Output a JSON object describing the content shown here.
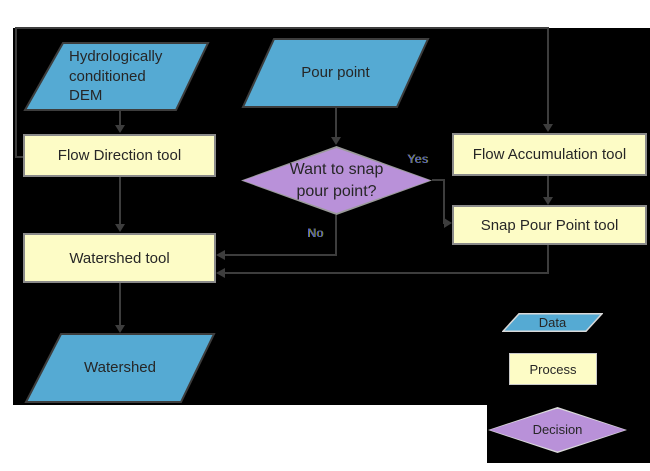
{
  "nodes": {
    "dem": {
      "label": "Hydrologically\nconditioned\nDEM"
    },
    "pour_point": {
      "label": "Pour point"
    },
    "flow_direction": {
      "label": "Flow Direction tool"
    },
    "decision": {
      "label": "Want to snap\npour point?"
    },
    "flow_accumulation": {
      "label": "Flow Accumulation tool"
    },
    "snap_pour_point": {
      "label": "Snap Pour Point tool"
    },
    "watershed_tool": {
      "label": "Watershed tool"
    },
    "watershed": {
      "label": "Watershed"
    }
  },
  "edge_labels": {
    "yes": "Yes",
    "no": "No"
  },
  "legend": {
    "data": {
      "label": "Data"
    },
    "process": {
      "label": "Process"
    },
    "decision": {
      "label": "Decision"
    }
  },
  "colors": {
    "data_fill": "#55aad3",
    "process_fill": "#fdfcc6",
    "decision_fill": "#b991d9",
    "connector": "#3d3d3d",
    "canvas_background": "#000000",
    "page_background": "#ffffff"
  }
}
